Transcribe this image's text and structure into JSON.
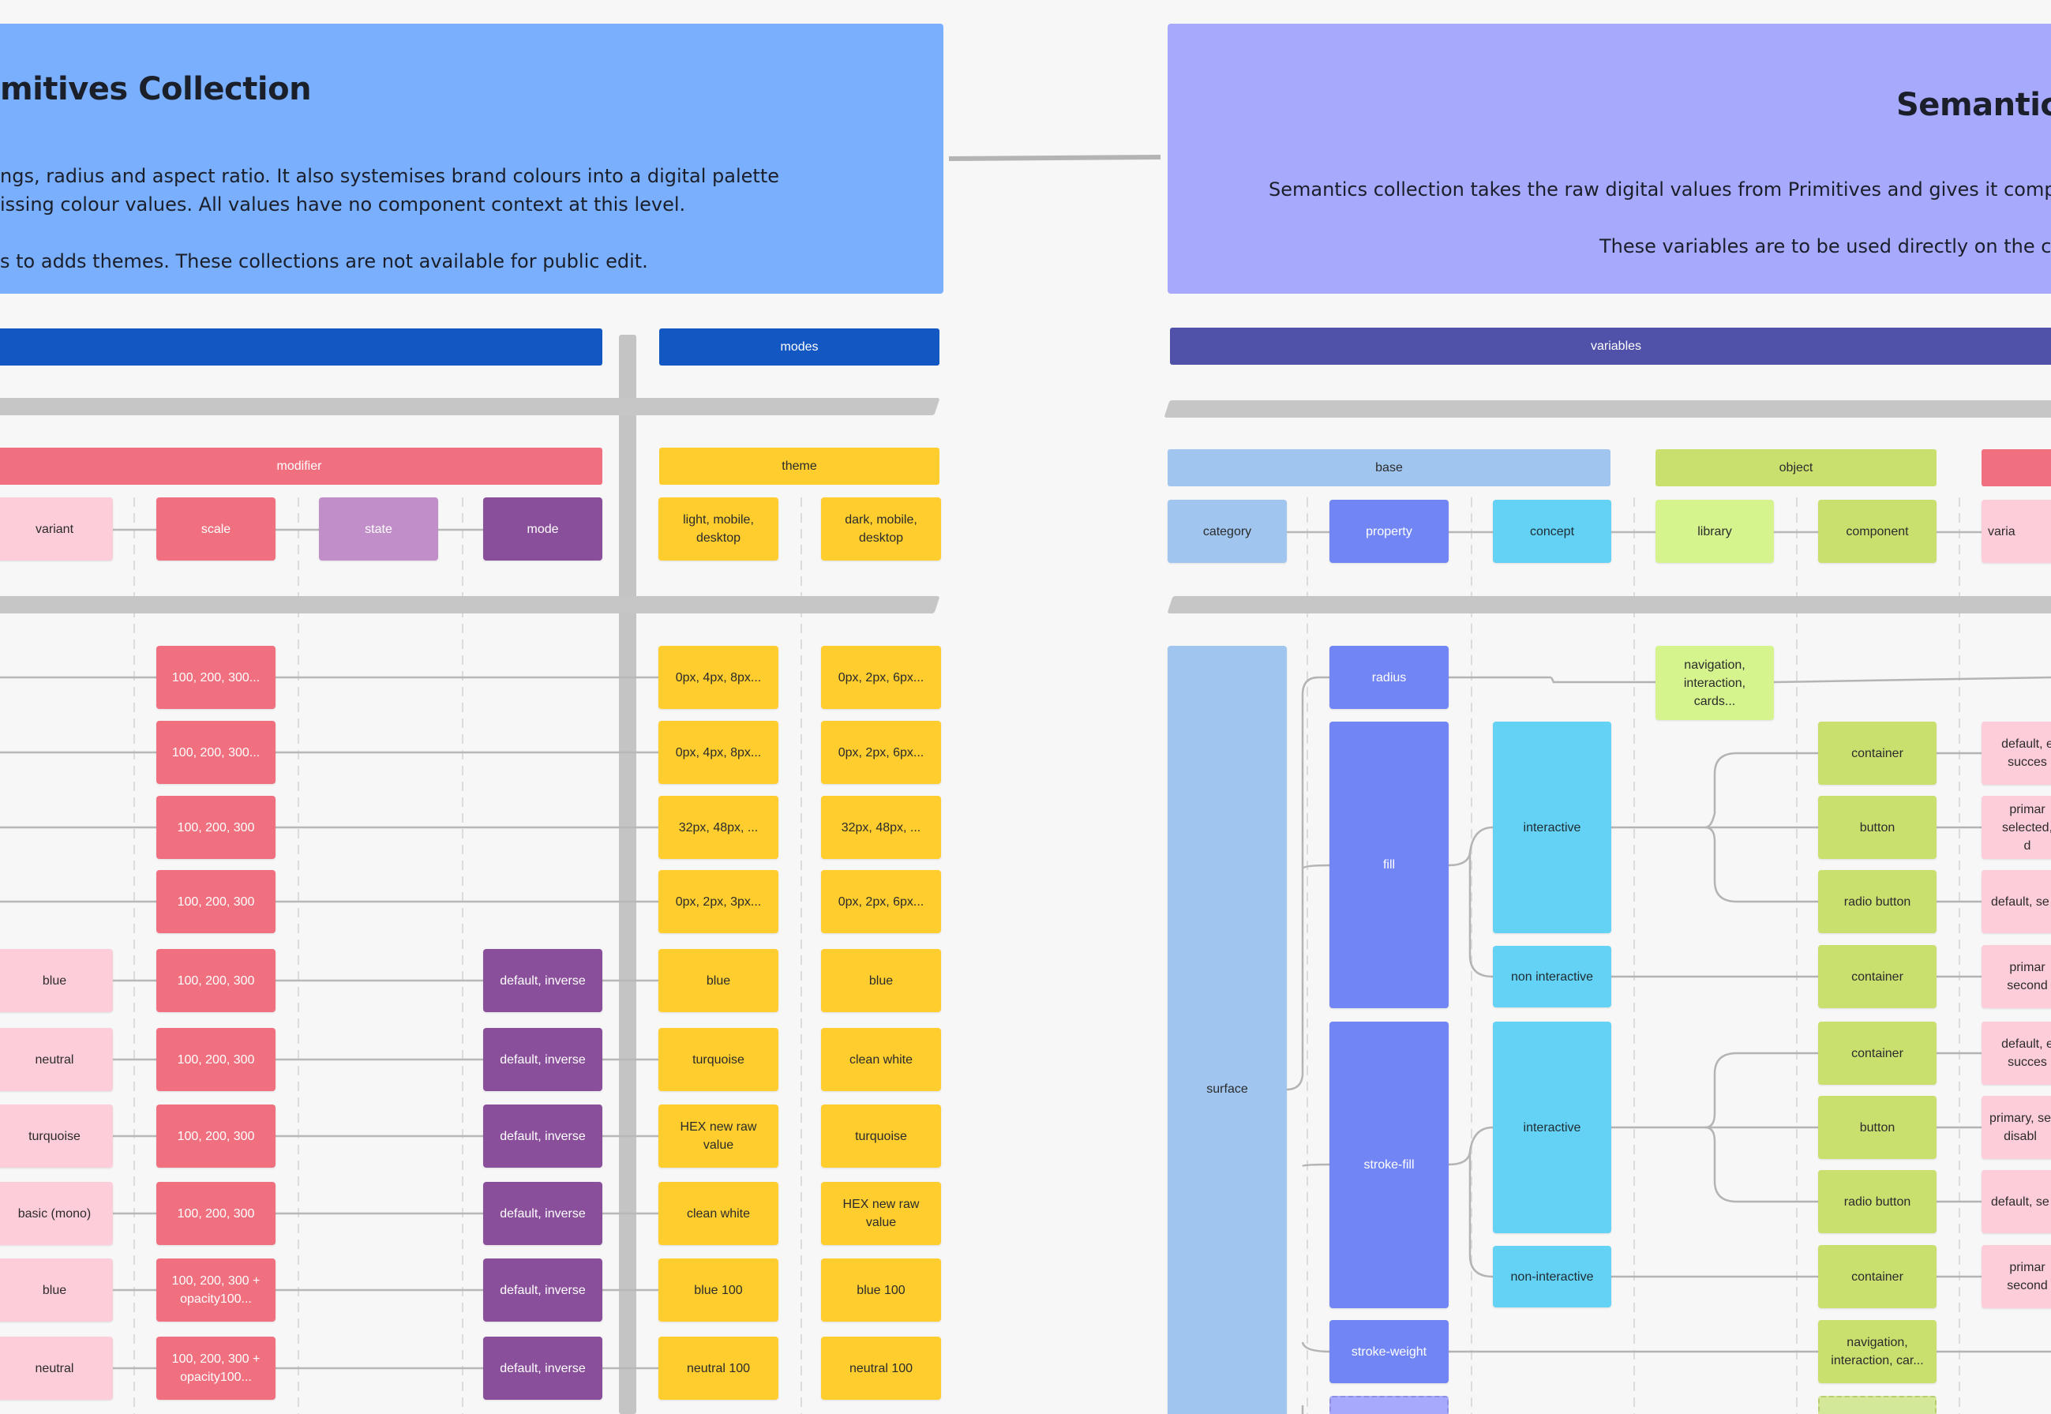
{
  "primitives": {
    "title": "mitives Collection",
    "desc": [
      "ngs, radius and aspect ratio. It also systemises brand colours into a digital palette",
      "issing colour values. All values have no component context at this level.",
      "s to adds themes. These collections are not available for public edit."
    ],
    "modes_label": "modes",
    "modifier_label": "modifier",
    "theme_label": "theme",
    "columns": [
      "variant",
      "scale",
      "state",
      "mode"
    ],
    "theme_columns": [
      "light, mobile, desktop",
      "dark, mobile, desktop"
    ],
    "rows": [
      {
        "variant": "",
        "scale": "100, 200, 300...",
        "mode": "",
        "light": "0px, 4px, 8px...",
        "dark": "0px, 2px, 6px..."
      },
      {
        "variant": "",
        "scale": "100, 200, 300...",
        "mode": "",
        "light": "0px, 4px, 8px...",
        "dark": "0px, 2px, 6px..."
      },
      {
        "variant": "",
        "scale": "100, 200, 300",
        "mode": "",
        "light": "32px, 48px, ...",
        "dark": "32px, 48px, ..."
      },
      {
        "variant": "",
        "scale": "100, 200, 300",
        "mode": "",
        "light": "0px, 2px, 3px...",
        "dark": "0px, 2px, 6px..."
      },
      {
        "variant": "blue",
        "scale": "100, 200, 300",
        "mode": "default, inverse",
        "light": "blue",
        "dark": "blue"
      },
      {
        "variant": "neutral",
        "scale": "100, 200, 300",
        "mode": "default, inverse",
        "light": "turquoise",
        "dark": "clean white"
      },
      {
        "variant": "turquoise",
        "scale": "100, 200, 300",
        "mode": "default, inverse",
        "light": "HEX new raw value",
        "dark": "turquoise"
      },
      {
        "variant": "basic (mono)",
        "scale": "100, 200, 300",
        "mode": "default, inverse",
        "light": "clean white",
        "dark": "HEX new raw value"
      },
      {
        "variant": "blue",
        "scale": "100, 200, 300 + opacity100...",
        "mode": "default, inverse",
        "light": "blue 100",
        "dark": "blue 100"
      },
      {
        "variant": "neutral",
        "scale": "100, 200, 300 + opacity100...",
        "mode": "default, inverse",
        "light": "neutral 100",
        "dark": "neutral 100"
      }
    ]
  },
  "semantics": {
    "title": "Semantics",
    "desc": [
      "Semantics collection takes the raw digital values from Primitives and gives it component s",
      "These variables are to be used directly on the comp"
    ],
    "variables_label": "variables",
    "base_label": "base",
    "object_label": "object",
    "columns": [
      "category",
      "property",
      "concept",
      "library",
      "component",
      "varia"
    ],
    "category": "surface",
    "properties": [
      "radius",
      "fill",
      "stroke-fill",
      "stroke-weight"
    ],
    "concepts": [
      "interactive",
      "non interactive",
      "interactive",
      "non-interactive"
    ],
    "library": "navigation, interaction, cards...",
    "components": [
      "container",
      "button",
      "radio button",
      "container",
      "container",
      "button",
      "radio button",
      "container",
      "navigation, interaction, car..."
    ],
    "variants": [
      "default, e succes",
      "primar selected, d",
      "default, se",
      "primar second",
      "default, e succes",
      "primary, se disabl",
      "default, se",
      "primar second"
    ]
  },
  "colors": {
    "primitives_header": "#7aaffe",
    "semantics_header": "#a6a9fc",
    "modes_bar": "#1257c2",
    "variables_bar": "#4f52a8"
  }
}
